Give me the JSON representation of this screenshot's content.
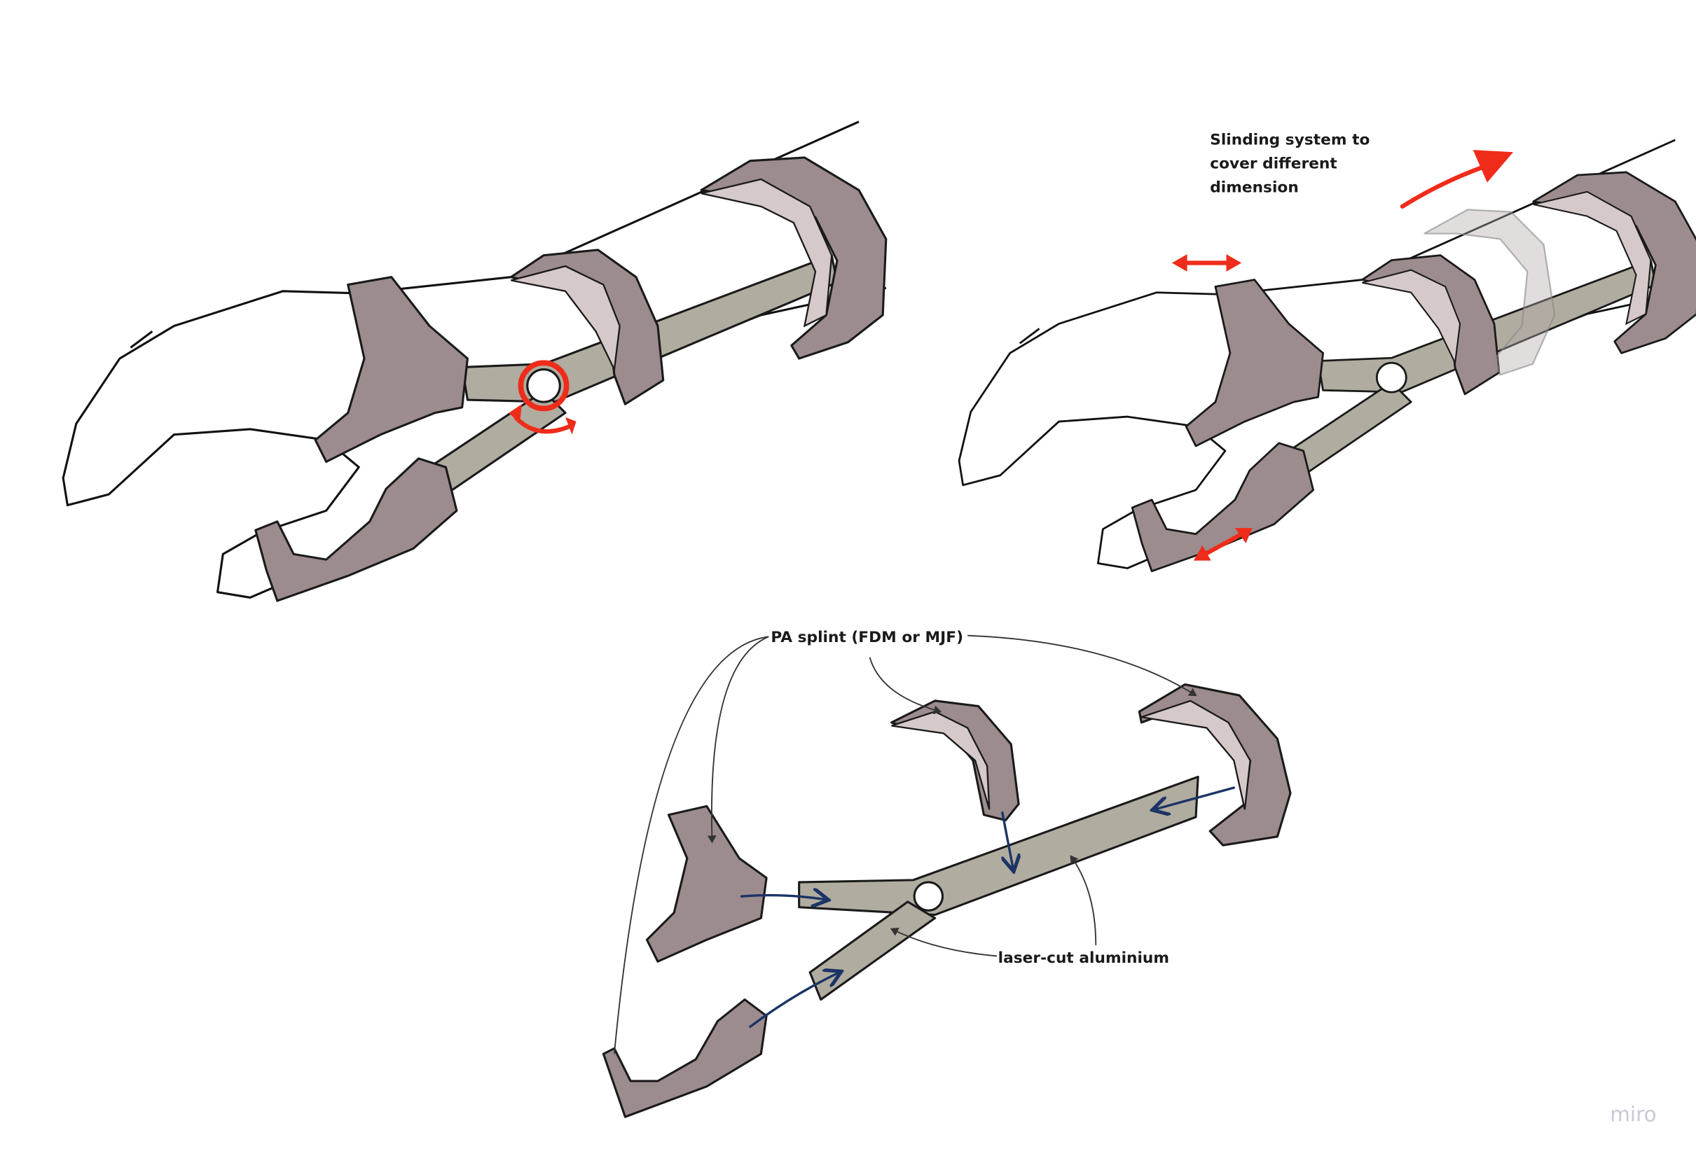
{
  "labels": {
    "sliding_system": [
      "Slinding system to",
      "cover different",
      "dimension"
    ],
    "pa_splint": "PA splint (FDM or MJF)",
    "laser_cut": "laser-cut aluminium"
  },
  "watermark": "miro",
  "colors": {
    "splint": "#9c8c8d",
    "aluminium": "#b1aca0",
    "highlight_red": "#ef2c1a",
    "assembly_arrow": "#1c3466"
  }
}
